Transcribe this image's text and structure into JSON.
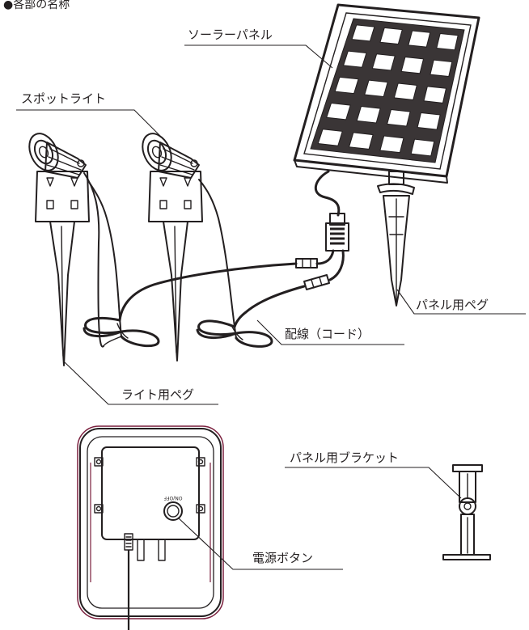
{
  "heading": "●各部の名称",
  "labels": {
    "solar_panel": "ソーラーパネル",
    "spotlight": "スポットライト",
    "panel_peg": "パネル用ペグ",
    "cable": "配線（コード）",
    "light_peg": "ライト用ペグ",
    "panel_bracket": "パネル用ブラケット",
    "power_button": "電源ボタン"
  },
  "on_off_print": "ON/OFF",
  "colors": {
    "line": "#231f20",
    "frame_accent": "#7a1f3d",
    "background": "#ffffff"
  }
}
